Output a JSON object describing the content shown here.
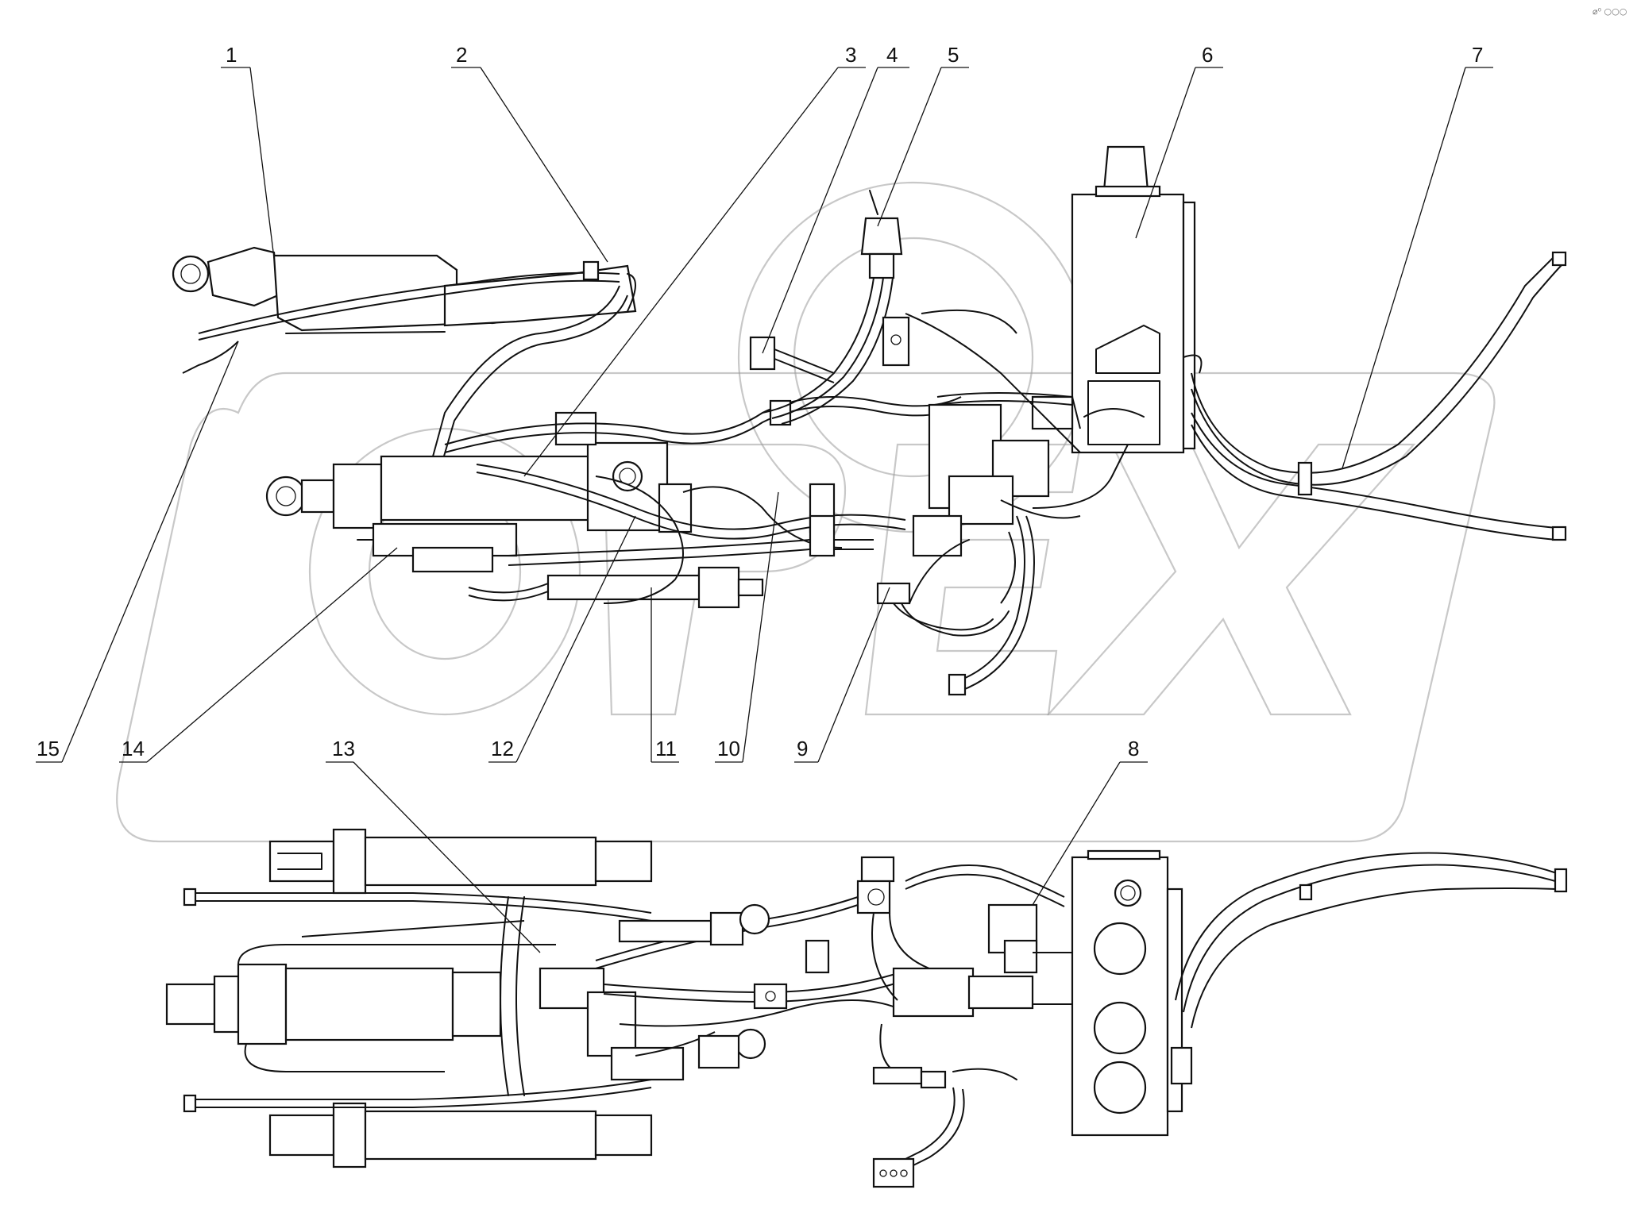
{
  "corner_mark": "⌀⁰ ○○○",
  "watermark_text": "OPEX",
  "callouts": [
    {
      "id": "1",
      "label": "1"
    },
    {
      "id": "2",
      "label": "2"
    },
    {
      "id": "3",
      "label": "3"
    },
    {
      "id": "4",
      "label": "4"
    },
    {
      "id": "5",
      "label": "5"
    },
    {
      "id": "6",
      "label": "6"
    },
    {
      "id": "7",
      "label": "7"
    },
    {
      "id": "8",
      "label": "8"
    },
    {
      "id": "9",
      "label": "9"
    },
    {
      "id": "10",
      "label": "10"
    },
    {
      "id": "11",
      "label": "11"
    },
    {
      "id": "12",
      "label": "12"
    },
    {
      "id": "13",
      "label": "13"
    },
    {
      "id": "14",
      "label": "14"
    },
    {
      "id": "15",
      "label": "15"
    }
  ]
}
